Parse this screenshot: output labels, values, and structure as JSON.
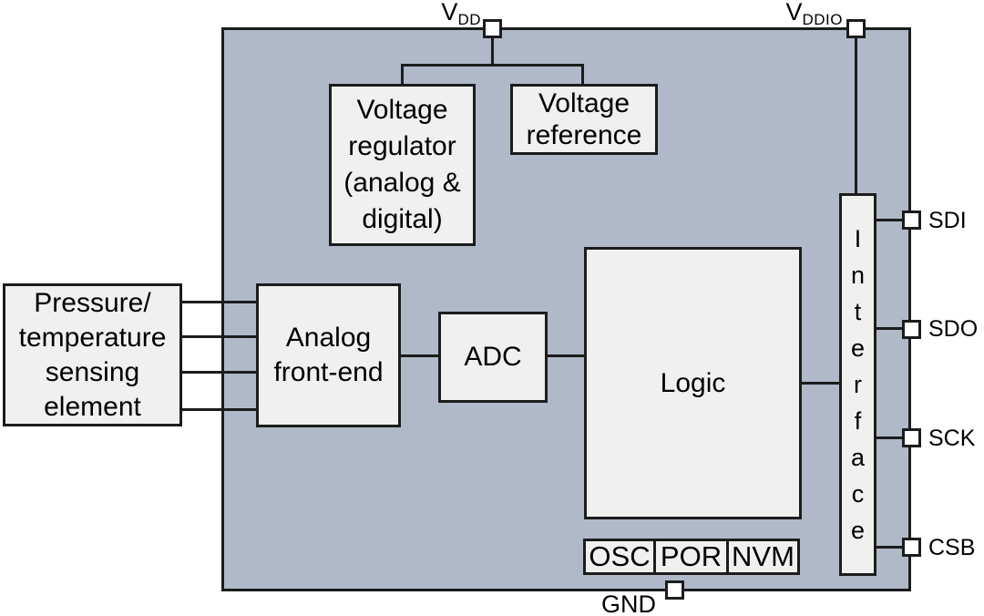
{
  "figure": {
    "type": "block-diagram",
    "subject": "Digital pressure sensor system block diagram",
    "colors": {
      "chip_fill": "#b0b9c8",
      "block_fill": "#f0f0ef",
      "line": "#1c1c1c",
      "pin_fill": "#ffffff",
      "text": "#000000"
    },
    "blocks": {
      "sensing": {
        "lines": [
          "Pressure/",
          "temperature",
          "sensing",
          "element"
        ]
      },
      "regulator": {
        "lines": [
          "Voltage",
          "regulator",
          "(analog &",
          "digital)"
        ]
      },
      "reference": {
        "lines": [
          "Voltage",
          "reference"
        ]
      },
      "afe": {
        "lines": [
          "Analog",
          "front-end"
        ]
      },
      "adc": {
        "label": "ADC"
      },
      "logic": {
        "label": "Logic"
      },
      "interface": {
        "word": "Interface",
        "letters": [
          "I",
          "n",
          "t",
          "e",
          "r",
          "f",
          "a",
          "c",
          "e"
        ]
      },
      "osc": {
        "label": "OSC"
      },
      "por": {
        "label": "POR"
      },
      "nvm": {
        "label": "NVM"
      }
    },
    "pins": {
      "vdd": {
        "base": "V",
        "sub": "DD"
      },
      "vddio": {
        "base": "V",
        "sub": "DDIO"
      },
      "gnd": {
        "label": "GND"
      },
      "sdi": {
        "label": "SDI"
      },
      "sdo": {
        "label": "SDO"
      },
      "sck": {
        "label": "SCK"
      },
      "csb": {
        "label": "CSB"
      }
    }
  }
}
